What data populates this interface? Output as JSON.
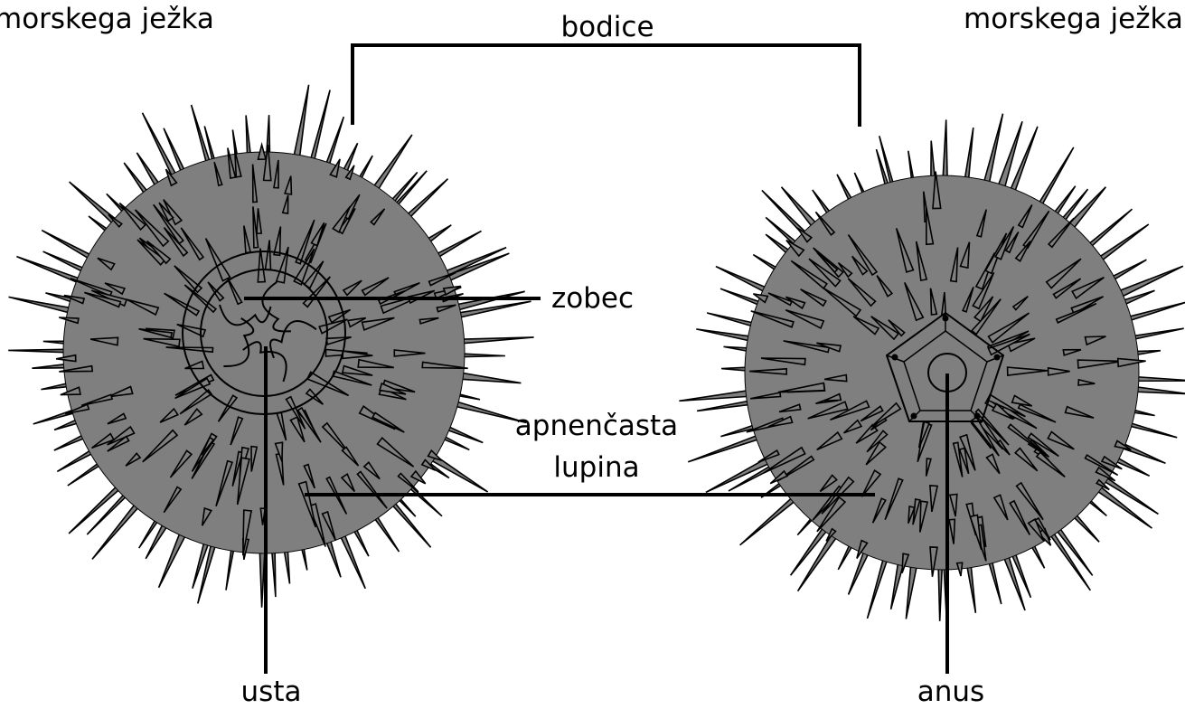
{
  "labels": {
    "caption_left": "morskega ježka",
    "caption_right": "morskega ježka",
    "spines": "bodice",
    "beak": "zobec",
    "shell_line1": "apnenčasta",
    "shell_line2": "lupina",
    "mouth": "usta",
    "anus": "anus"
  },
  "colors": {
    "body": "#7f7f7f",
    "spine": "#7f7f7f",
    "outline": "#000000",
    "leader": "#000000",
    "background": "#ffffff"
  }
}
